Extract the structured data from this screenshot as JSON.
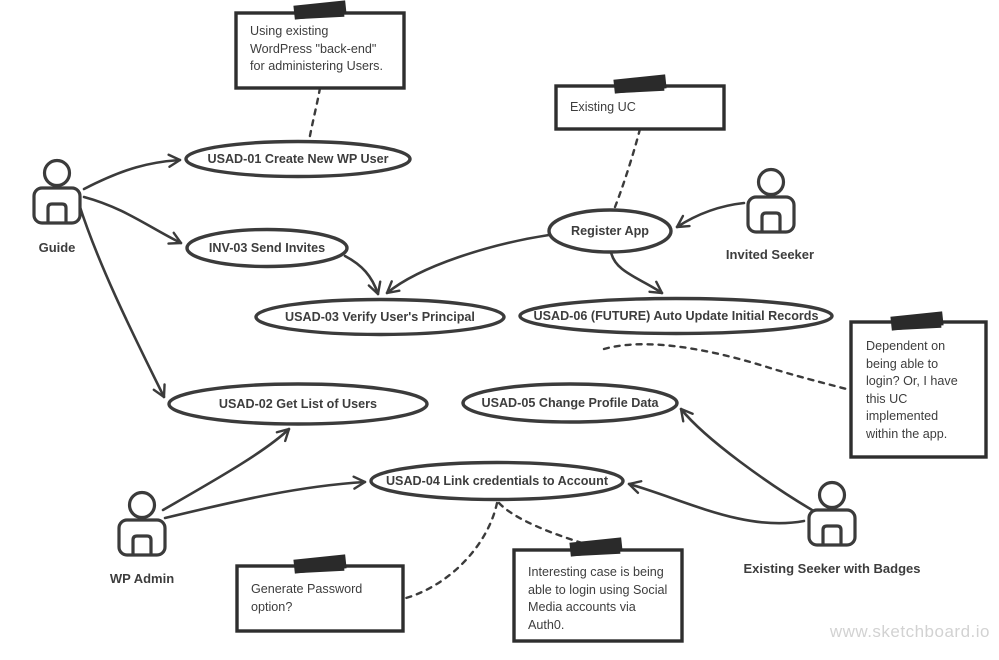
{
  "diagram": {
    "watermark": "www.sketchboard.io",
    "actors": [
      {
        "id": "guide",
        "label": "Guide"
      },
      {
        "id": "invited-seeker",
        "label": "Invited Seeker"
      },
      {
        "id": "wp-admin",
        "label": "WP Admin"
      },
      {
        "id": "existing-seeker-with-badges",
        "label": "Existing Seeker with Badges"
      }
    ],
    "use_cases": [
      {
        "id": "usad-01",
        "label": "USAD-01 Create New WP User"
      },
      {
        "id": "inv-03",
        "label": "INV-03 Send Invites"
      },
      {
        "id": "register-app",
        "label": "Register App"
      },
      {
        "id": "usad-03",
        "label": "USAD-03 Verify User's Principal"
      },
      {
        "id": "usad-06",
        "label": "USAD-06 (FUTURE) Auto Update Initial Records"
      },
      {
        "id": "usad-02",
        "label": "USAD-02 Get List of Users"
      },
      {
        "id": "usad-05",
        "label": "USAD-05 Change Profile Data"
      },
      {
        "id": "usad-04",
        "label": "USAD-04 Link credentials to Account"
      }
    ],
    "notes": [
      {
        "id": "note-wordpress",
        "text": "Using existing\nWordPress \"back-end\"\nfor administering Users."
      },
      {
        "id": "note-existing-uc",
        "text": "Existing UC"
      },
      {
        "id": "note-dependent-login",
        "text": "Dependent on\nbeing able to\nlogin? Or, I have\nthis UC\nimplemented\nwithin the app."
      },
      {
        "id": "note-generate-password",
        "text": "Generate Password\noption?"
      },
      {
        "id": "note-auth0",
        "text": "Interesting case is being\nable to login using Social\nMedia accounts via\nAuth0."
      }
    ],
    "colors": {
      "stroke": "#3b3b3b",
      "note_border": "#2e2e2e",
      "tape": "#2a2a2a",
      "text": "#3d3d3d",
      "shape_fill": "#ffffff",
      "background": "#ffffff",
      "watermark": "#d2d2d2"
    }
  }
}
